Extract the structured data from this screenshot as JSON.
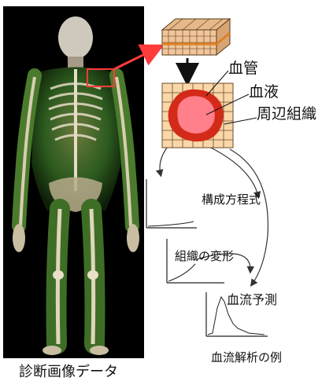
{
  "caption_left": "診断画像データ",
  "labels": {
    "vessel": "血管",
    "blood": "血液",
    "tissue": "周辺組織",
    "constitutive": "構成方程式",
    "deformation": "組織の変形",
    "prediction": "血流予測",
    "example": "血流解析の例"
  },
  "colors": {
    "panel_bg": "#000000",
    "highlight": "#ff3b3b",
    "grid_fill": "#fad7a8",
    "vessel_wall": "#d42a1a",
    "blood": "#ff7f8a"
  }
}
